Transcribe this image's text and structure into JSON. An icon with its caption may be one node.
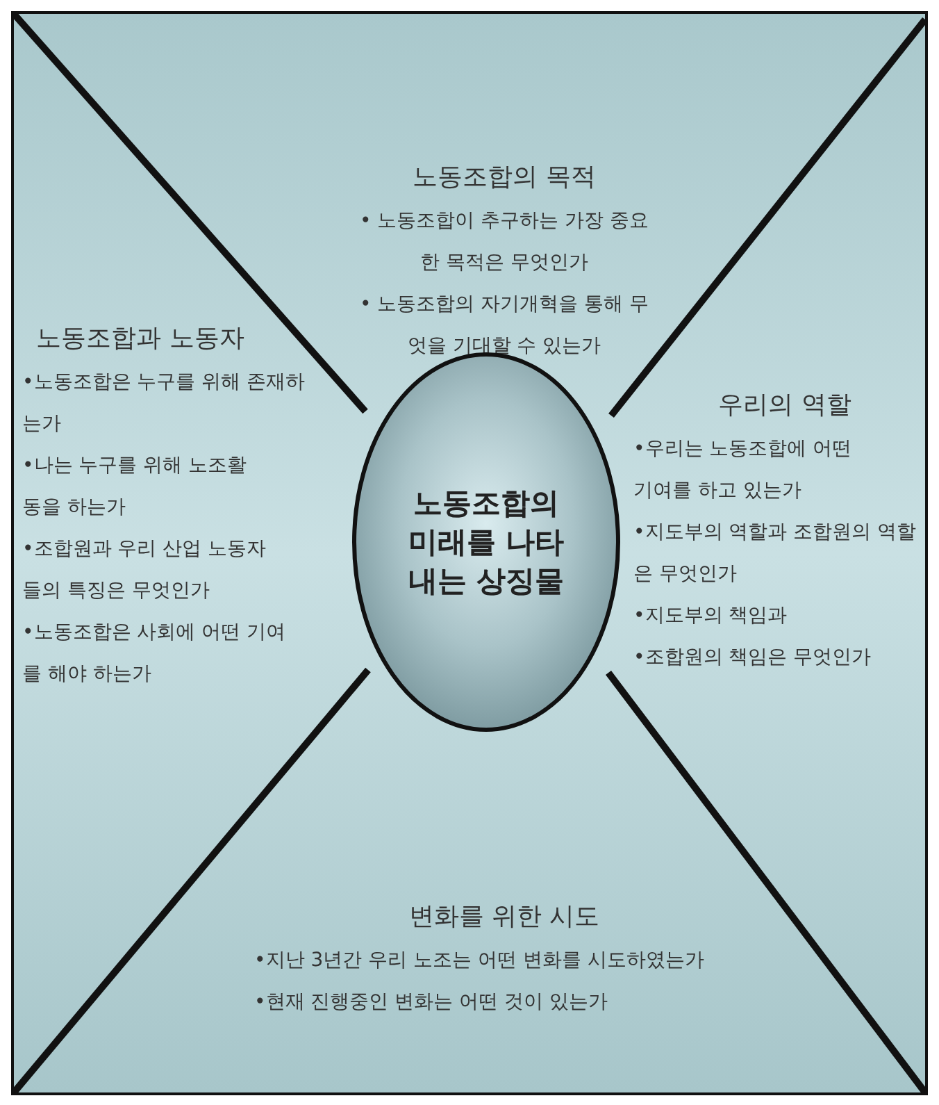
{
  "diagram": {
    "nodes": [
      {
        "text": [
          "노동조합의 목적",
          "• 노동조합이 추구하는 가장 중요한 목적은 무엇인가",
          "• 노동조합의 자기개혁을 통해 무엇을 기대할 수 있는가"
        ]
      },
      {
        "text": [
          "노동조합과 노동자",
          "•노동조합은 누구를 위해 존재하는가",
          "•나는 누구를 위해 노조활동을 하는가",
          "•조합원과 우리 산업 노동자들의 특징은 무엇인가",
          "•노동조합은 사회에 어떤 기여를 해야 하는가"
        ]
      },
      {
        "text": [
          "노동조합의 미래를 나타내는 상징물"
        ]
      },
      {
        "text": [
          "우리의 역할",
          "•우리는 노동조합에 어떤 기여를 하고 있는가",
          "•지도부의 역할과 조합원의 역할은 무엇인가",
          "•지도부의 책임과",
          "•조합원의 책임은 무엇인가"
        ]
      },
      {
        "text": [
          "변화를 위한 시도",
          "•지난 3년간 우리 노조는 어떤 변화를 시도하였는가",
          "•현재 진행중인 변화는 어떤 것이 있는가"
        ]
      }
    ]
  }
}
